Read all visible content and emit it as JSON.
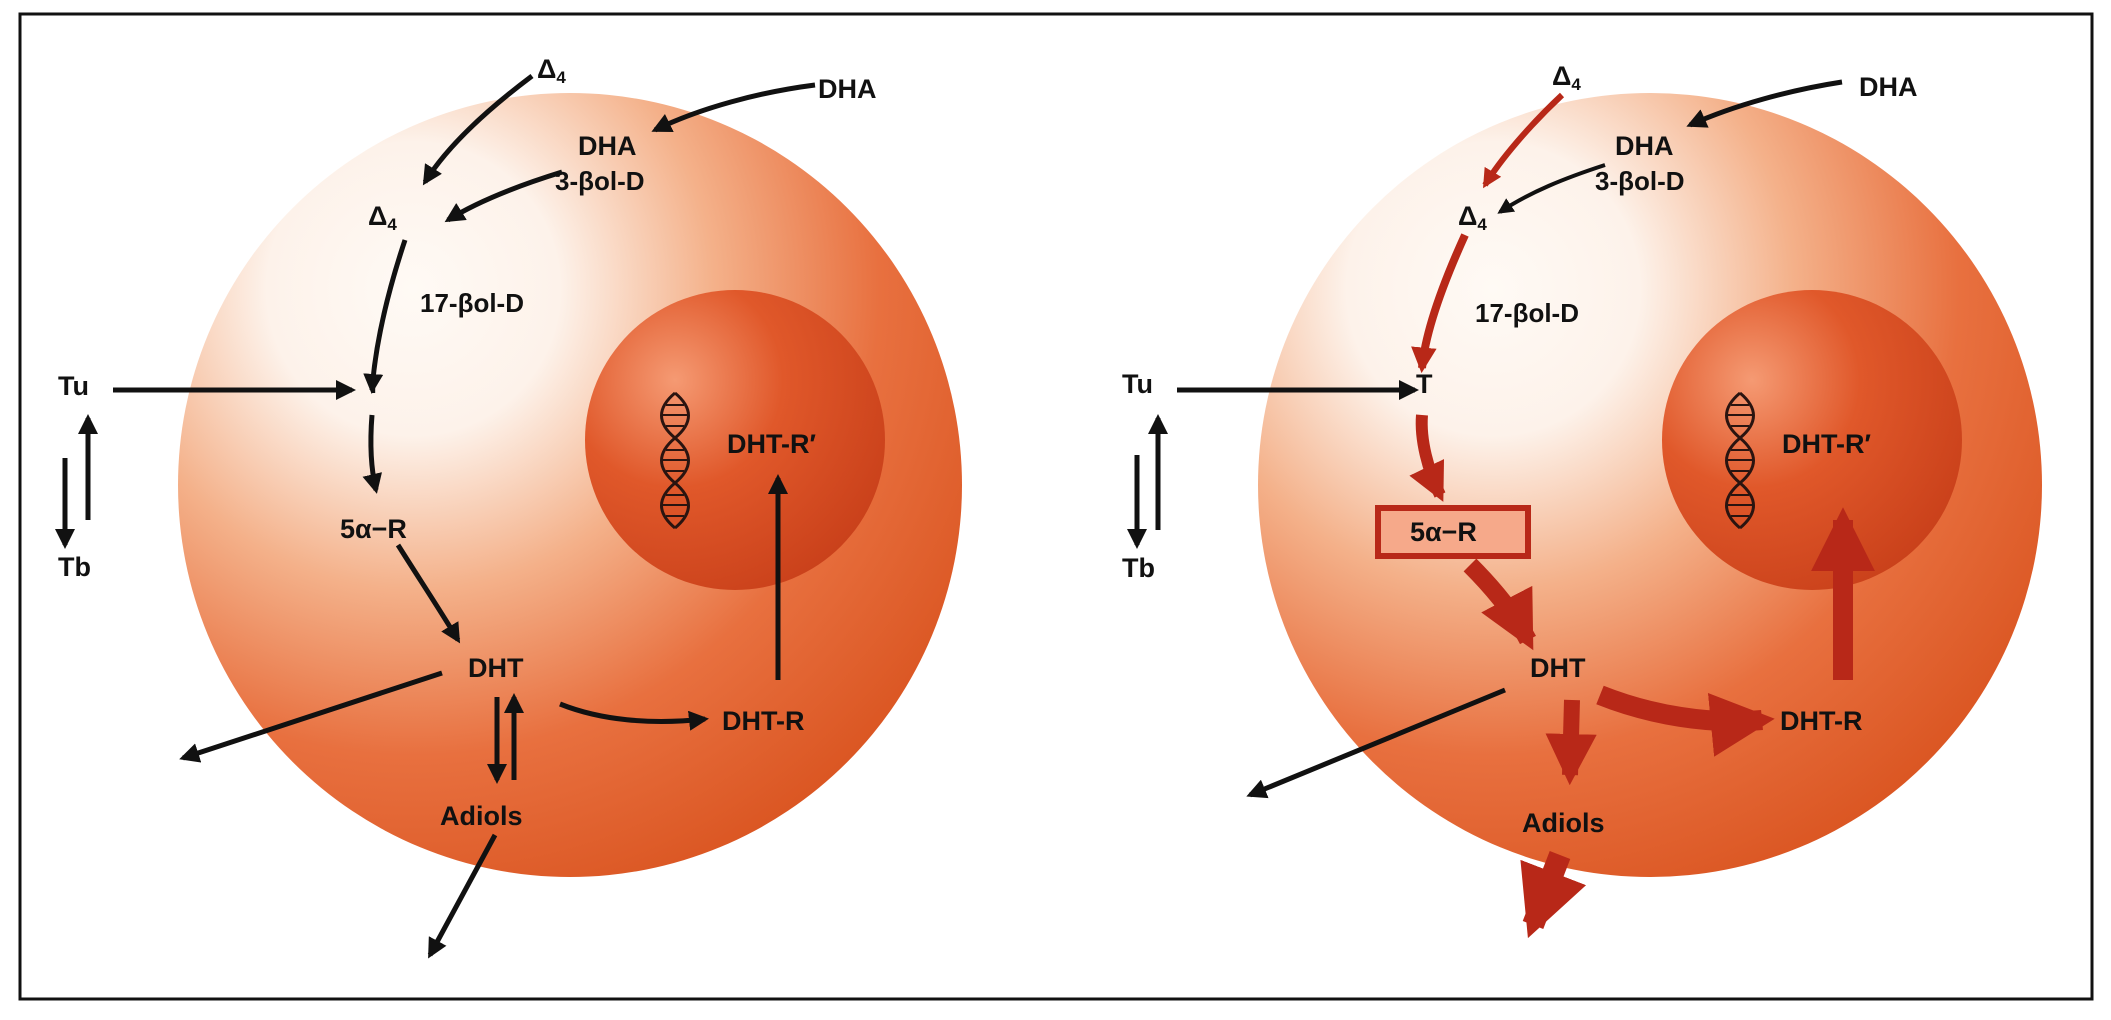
{
  "colors": {
    "black_arrow": "#111111",
    "red_arrow": "#b82818",
    "cell_outer": "#e05a2a",
    "cell_light": "#fdf2ea",
    "nucleus": "#d6471c",
    "frame": "#111111"
  },
  "icons": [
    "dna-helix-icon"
  ],
  "labels": {
    "delta_sym": "Δ",
    "delta_sub": "4",
    "dha": "DHA",
    "enzyme_3b": "3-βol-D",
    "enzyme_17b": "17-βol-D",
    "tu": "Tu",
    "tb": "Tb",
    "t": "T",
    "reductase": "5α−R",
    "dht": "DHT",
    "dht_r": "DHT-R",
    "dht_r_prime": "DHT-R′",
    "adiols": "Adiols"
  }
}
